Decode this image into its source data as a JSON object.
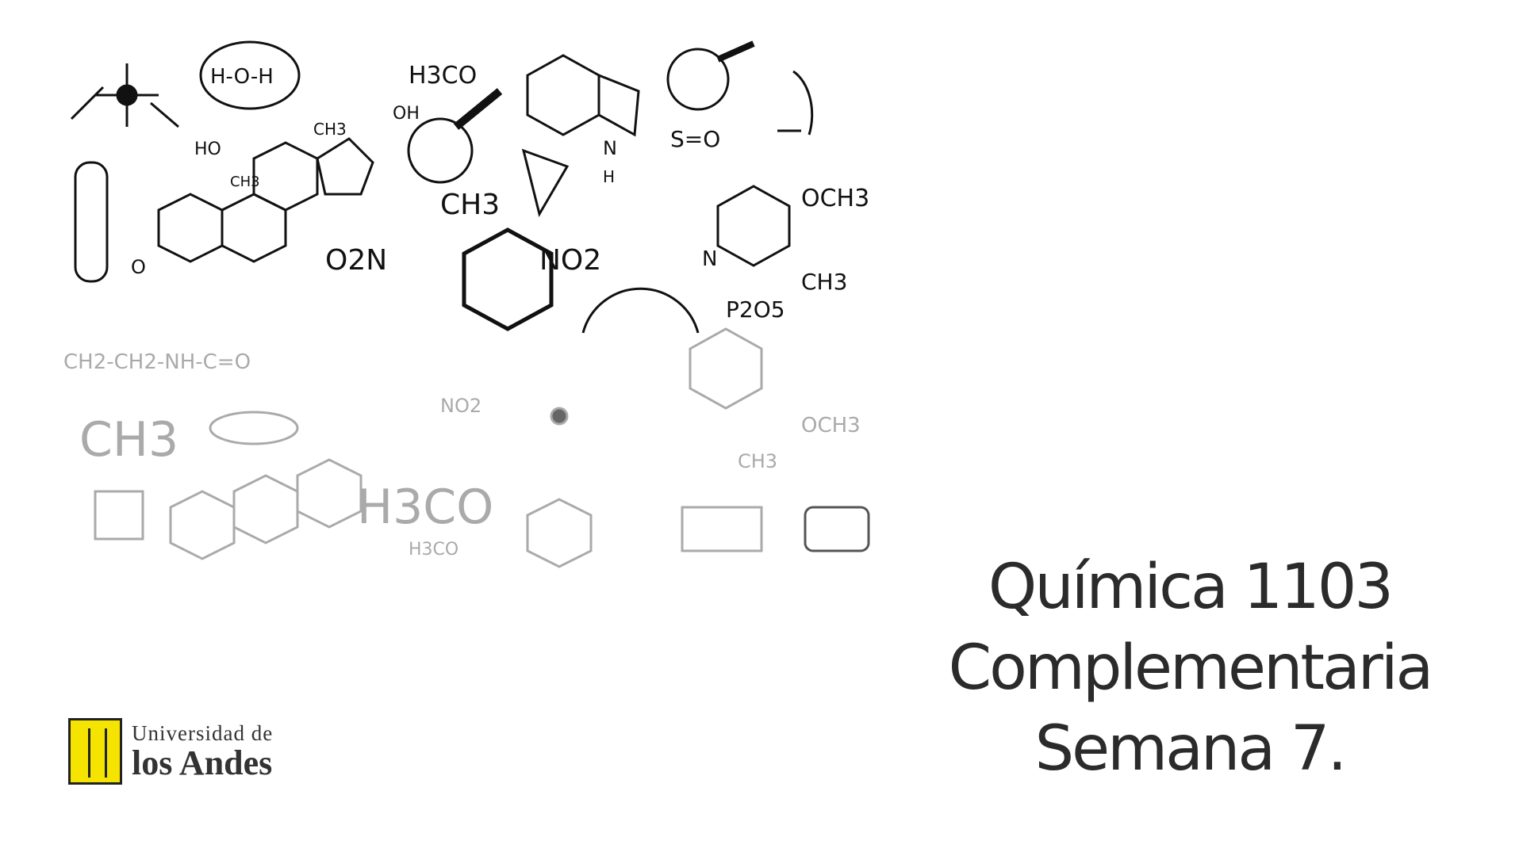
{
  "slide": {
    "title_lines": [
      "Química 1103",
      "Complementaria",
      "Semana 7."
    ]
  },
  "logo": {
    "line1": "Universidad de",
    "line2": "los Andes",
    "color": "#f4e400"
  },
  "illustration": {
    "labels_top": [
      "H3CO",
      "HO",
      "OH",
      "CH3",
      "CH3",
      "O2N",
      "NO2",
      "CH3",
      "OCH3",
      "CH3",
      "N",
      "N",
      "S=O",
      "H",
      "O",
      "P2O5",
      "H-O-H"
    ],
    "labels_bottom": [
      "CH3",
      "H3CO",
      "CH2-CH2-NH-C=O",
      "NO2",
      "OCH3",
      "CH3",
      "H3CO"
    ]
  }
}
